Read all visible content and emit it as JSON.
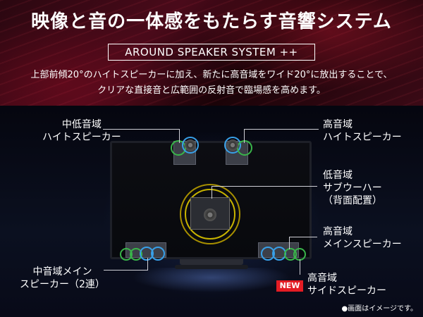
{
  "header": {
    "title": "映像と音の一体感をもたらす音響システム",
    "subtitle": "AROUND SPEAKER SYSTEM ++",
    "description_line1": "上部前傾20°のハイトスピーカーに加え、新たに高音域をワイド20°に放出することで、",
    "description_line2": "クリアな直接音と広範囲の反射音で臨場感を高めます。"
  },
  "labels": {
    "mid_low_height": [
      "中低音域",
      "ハイトスピーカー"
    ],
    "high_height": [
      "高音域",
      "ハイトスピーカー"
    ],
    "subwoofer": [
      "低音域",
      "サブウーハー",
      "（背面配置）"
    ],
    "high_main": [
      "高音域",
      "メインスピーカー"
    ],
    "mid_main": [
      "中音域メイン",
      "スピーカー（2連）"
    ],
    "high_side": [
      "高音域",
      "サイドスピーカー"
    ]
  },
  "badge": {
    "new": "NEW"
  },
  "note": "●画面はイメージです。",
  "colors": {
    "ring_blue": "#38a0e8",
    "ring_green": "#39b54a",
    "ring_yellow": "#c8b400",
    "badge_red": "#e31c24"
  }
}
